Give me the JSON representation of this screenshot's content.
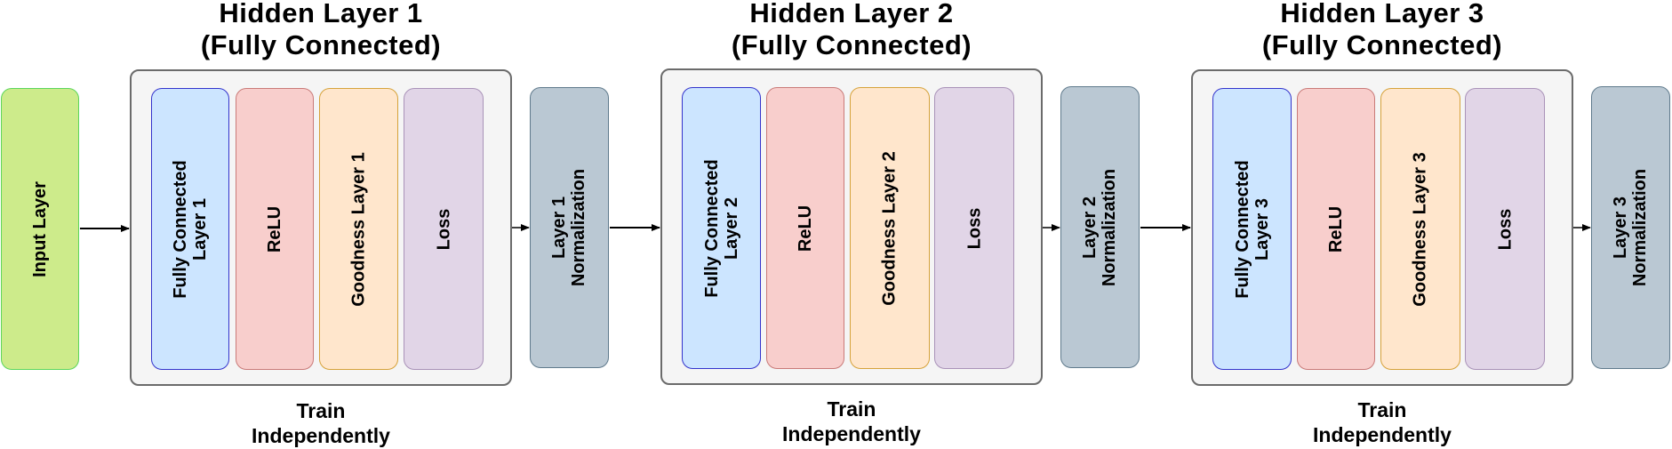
{
  "input_layer": {
    "label": "Input Layer"
  },
  "hidden_layers": [
    {
      "title_line1": "Hidden Layer 1",
      "title_line2": "(Fully Connected)",
      "fc_line1": "Fully Connected",
      "fc_line2": "Layer 1",
      "relu": "ReLU",
      "goodness": "Goodness Layer 1",
      "loss": "Loss",
      "caption_line1": "Train",
      "caption_line2": "Independently",
      "norm_line1": "Layer 1",
      "norm_line2": "Normalization"
    },
    {
      "title_line1": "Hidden Layer 2",
      "title_line2": "(Fully Connected)",
      "fc_line1": "Fully Connected",
      "fc_line2": "Layer 2",
      "relu": "ReLU",
      "goodness": "Goodness Layer 2",
      "loss": "Loss",
      "caption_line1": "Train",
      "caption_line2": "Independently",
      "norm_line1": "Layer 2",
      "norm_line2": "Normalization"
    },
    {
      "title_line1": "Hidden Layer 3",
      "title_line2": "(Fully Connected)",
      "fc_line1": "Fully Connected",
      "fc_line2": "Layer 3",
      "relu": "ReLU",
      "goodness": "Goodness Layer 3",
      "loss": "Loss",
      "caption_line1": "Train",
      "caption_line2": "Independently",
      "norm_line1": "Layer 3",
      "norm_line2": "Normalization"
    }
  ],
  "colors": {
    "input_fill": "#cdeb8b",
    "fc_fill": "#cce5ff",
    "relu_fill": "#f8cecc",
    "goodness_fill": "#ffe6cc",
    "loss_fill": "#e1d5e7",
    "norm_fill": "#bac8d3",
    "group_fill": "#f5f5f5"
  }
}
